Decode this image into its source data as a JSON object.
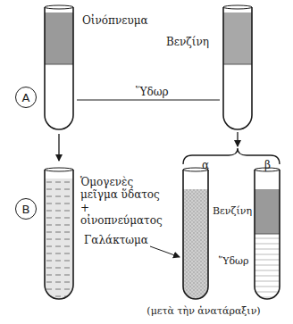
{
  "diagram": {
    "caption": "(μετὰ τὴν ἀνατάραξιν)",
    "nodes": [
      {
        "text": [
          "Α"
        ]
      },
      {
        "text": [
          "Β"
        ]
      }
    ],
    "labels": [
      "Οἰνόπνευμα",
      "Βενζίνη",
      "Ὕδωρ",
      "Ὁμογενὲς μεῖγμα ὕδατος + οἰνοπνεύματος",
      "Γαλάκτωμα",
      "α",
      "β",
      "Βενζίνη",
      "Ὕδωρ"
    ]
  }
}
